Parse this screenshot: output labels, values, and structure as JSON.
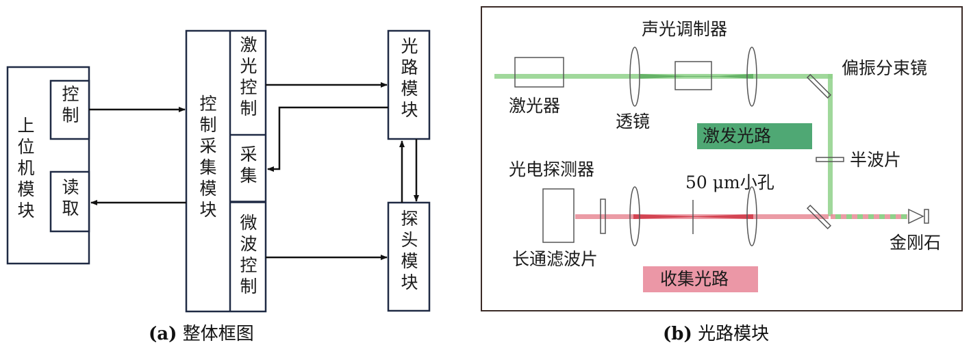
{
  "panel_a": {
    "caption_prefix": "(a)",
    "caption_text": "整体框图",
    "host_module": {
      "label": "上位机模块",
      "sub": {
        "control": "控制",
        "read": "读取"
      }
    },
    "ctrl_module": {
      "label": "控制采集模块",
      "sub": {
        "laser_control": "激光控制",
        "acquisition": "采集",
        "microwave_control": "微波控制"
      }
    },
    "optical_module": {
      "label": "光路模块"
    },
    "probe_module": {
      "label": "探头模块"
    }
  },
  "panel_b": {
    "caption_prefix": "(b)",
    "caption_text": "光路模块",
    "labels": {
      "aom": "声光调制器",
      "laser": "激光器",
      "lens": "透镜",
      "pbs": "偏振分束镜",
      "excitation_path": "激发光路",
      "half_wave": "半波片",
      "photodetector": "光电探测器",
      "pinhole": "50 μm小孔",
      "diamond": "金刚石",
      "longpass": "长通滤波片",
      "collection_path": "收集光路"
    },
    "colors": {
      "excitation_beam": "#8fd18a",
      "excitation_badge": "#4fa874",
      "collection_beam": "#e06a78",
      "collection_badge": "#eb97a6"
    }
  }
}
